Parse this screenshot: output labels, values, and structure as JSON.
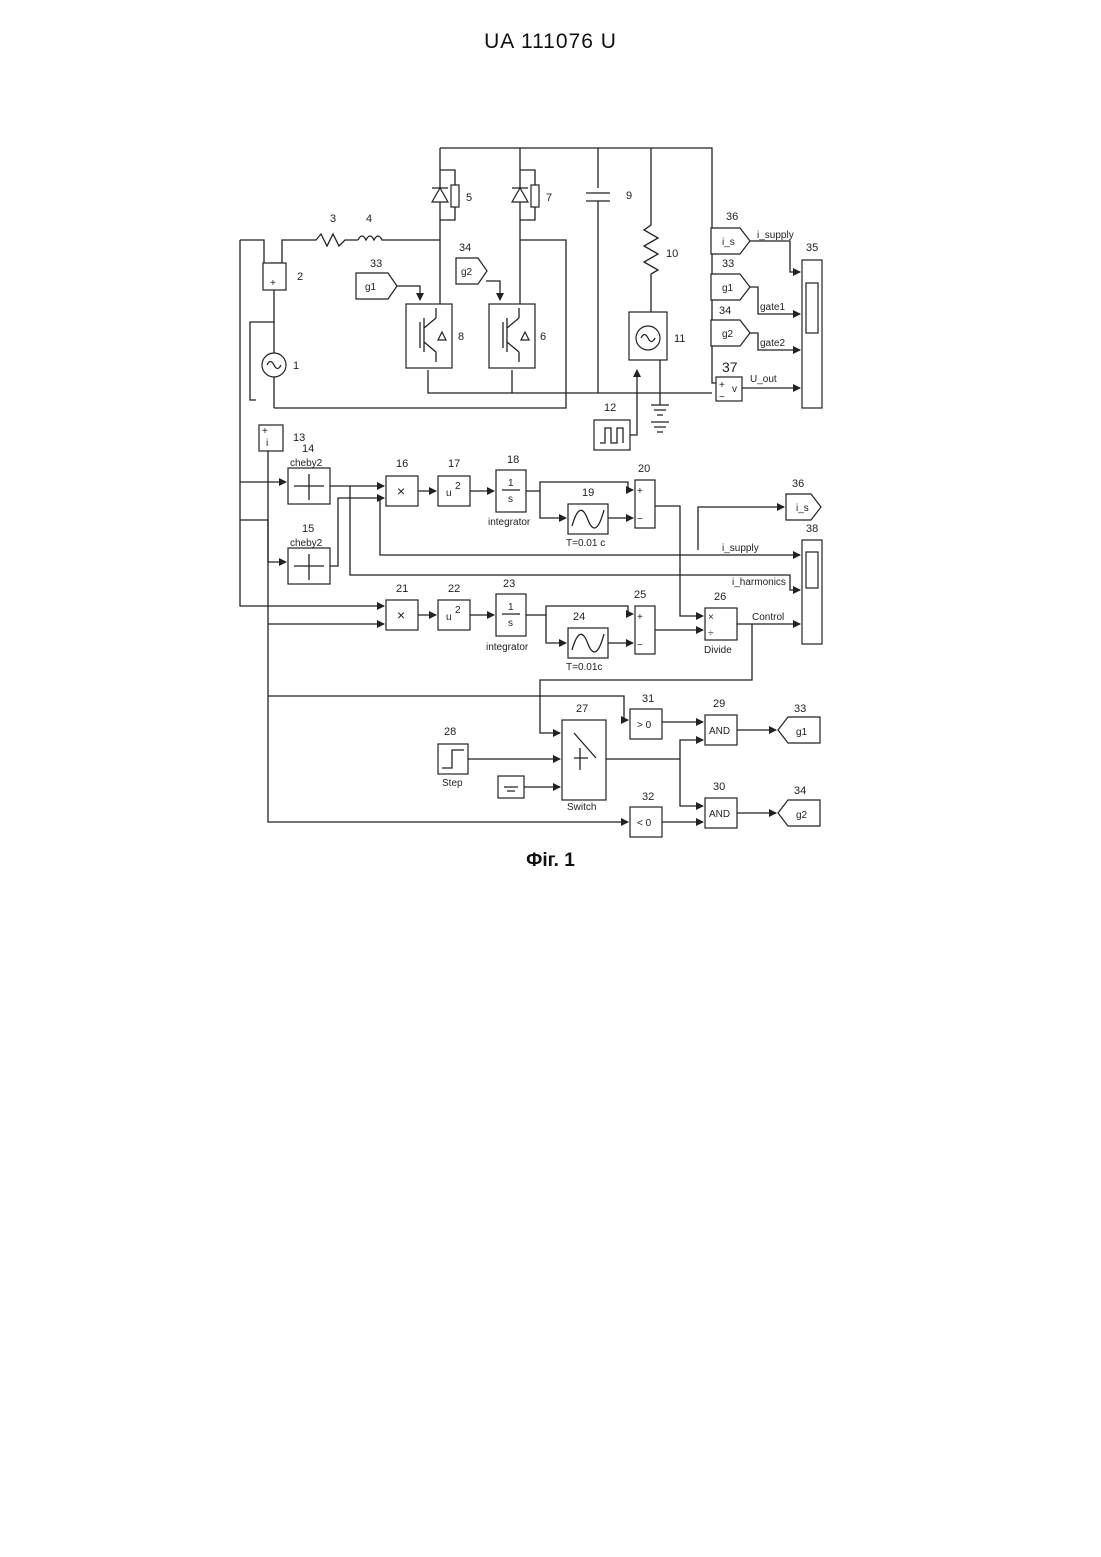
{
  "header": {
    "title": "UA   111076   U"
  },
  "figure": {
    "caption": "Фіг. 1"
  },
  "blocks": {
    "n1": "1",
    "n2": "2",
    "n3": "3",
    "n4": "4",
    "n5": "5",
    "n6": "6",
    "n7": "7",
    "n8": "8",
    "n9": "9",
    "n10": "10",
    "n11": "11",
    "n12": "12",
    "n13": "13",
    "n14": "14",
    "n15": "15",
    "n16": "16",
    "n17": "17",
    "n18": "18",
    "n19": "19",
    "n20": "20",
    "n21": "21",
    "n22": "22",
    "n23": "23",
    "n24": "24",
    "n25": "25",
    "n26": "26",
    "n27": "27",
    "n28": "28",
    "n29": "29",
    "n30": "30",
    "n31": "31",
    "n32": "32",
    "n33": "33",
    "n34": "34",
    "n35": "35",
    "n36": "36",
    "n37": "37",
    "n38": "38"
  },
  "labels": {
    "g1": "g1",
    "g2": "g2",
    "i_s": "i_s",
    "i_supply": "i_supply",
    "gate1": "gate1",
    "gate2": "gate2",
    "u_out": "U_out",
    "cheby2": "cheby2",
    "integrator": "integrator",
    "t_001c_a": "T=0.01 c",
    "t_001c_b": "T=0.01c",
    "i_harmonics": "i_harmonics",
    "control": "Control",
    "divide": "Divide",
    "step": "Step",
    "switch": "Switch",
    "and": "AND",
    "gt0": "> 0",
    "lt0": "< 0",
    "one": "1",
    "s": "s",
    "u": "u",
    "two": "2",
    "times": "×",
    "plus": "+",
    "minus": "−",
    "v": "v",
    "div": "÷"
  }
}
